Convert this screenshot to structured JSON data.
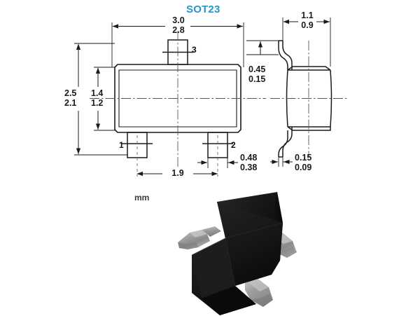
{
  "page": {
    "background_color": "#ffffff",
    "unit_label": "mm",
    "line_color": "#1a1a1a",
    "title": {
      "text": "SOT23",
      "color": "#2196d3"
    }
  },
  "drawing": {
    "top_view": {
      "name": "top-view",
      "width_dimension": {
        "upper": "3.0",
        "lower": "2.8"
      },
      "body_height_dimension": {
        "upper": "1.4",
        "lower": "1.2"
      },
      "overall_height_dimension": {
        "upper": "2.5",
        "lower": "2.1"
      },
      "pin_pitch_dimension": "1.9",
      "lead_width_dimension": {
        "upper": "0.48",
        "lower": "0.38"
      },
      "pins": [
        {
          "label": "1",
          "name": "pin-1"
        },
        {
          "label": "2",
          "name": "pin-2"
        },
        {
          "label": "3",
          "name": "pin-3"
        }
      ]
    },
    "side_view": {
      "name": "side-view",
      "width_dimension": {
        "upper": "1.1",
        "lower": "0.9"
      },
      "standoff_dimension": {
        "upper": "0.45",
        "lower": "0.15"
      },
      "lead_thickness_dimension": {
        "upper": "0.15",
        "lower": "0.09"
      }
    }
  },
  "photo": {
    "name": "sot23-package-photo",
    "body_color": "#141414",
    "lead_color": "#a9a9a9",
    "caption": ""
  }
}
